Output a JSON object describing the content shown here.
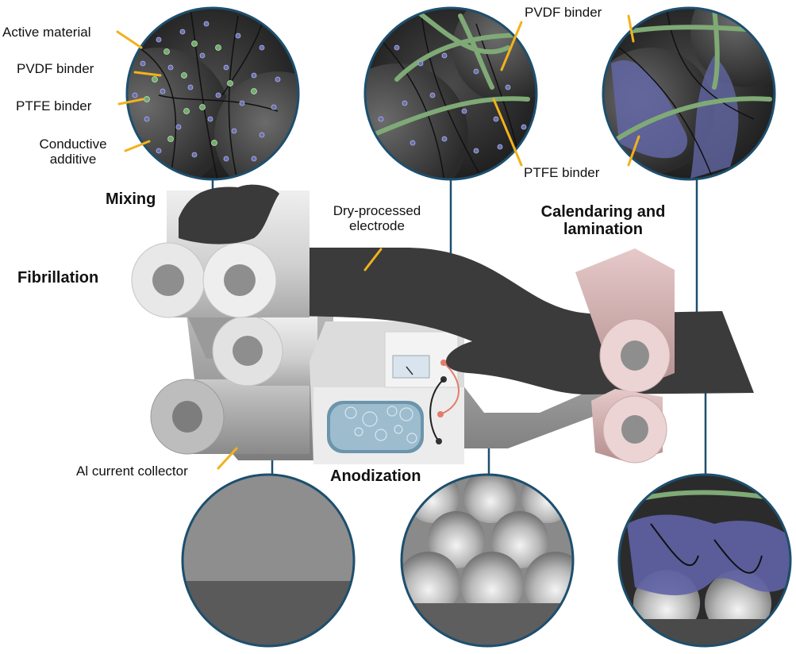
{
  "labels": {
    "active_material": "Active material",
    "pvdf_binder_left": "PVDF binder",
    "ptfe_binder_left": "PTFE binder",
    "conductive_additive_line1": "Conductive",
    "conductive_additive_line2": "additive",
    "pvdf_binder_right": "PVDF binder",
    "ptfe_binder_right": "PTFE binder",
    "dry_processed_line1": "Dry-processed",
    "dry_processed_line2": "electrode",
    "al_current_collector": "Al current collector"
  },
  "stages": {
    "mixing": "Mixing",
    "fibrillation": "Fibrillation",
    "calendaring_line1": "Calendaring and",
    "calendaring_line2": "lamination",
    "anodization": "Anodization"
  },
  "colors": {
    "leader_yellow": "#f2b21c",
    "connector_blue": "#1d4f6e",
    "electrode": "#3b3b3b",
    "roller_grey": "#d9d9d9",
    "roller_pink": "#d8b6b6",
    "ptfe_green": "#7faa76",
    "active_blue": "#6a6fb0",
    "conductive_green": "#6fae6a"
  }
}
